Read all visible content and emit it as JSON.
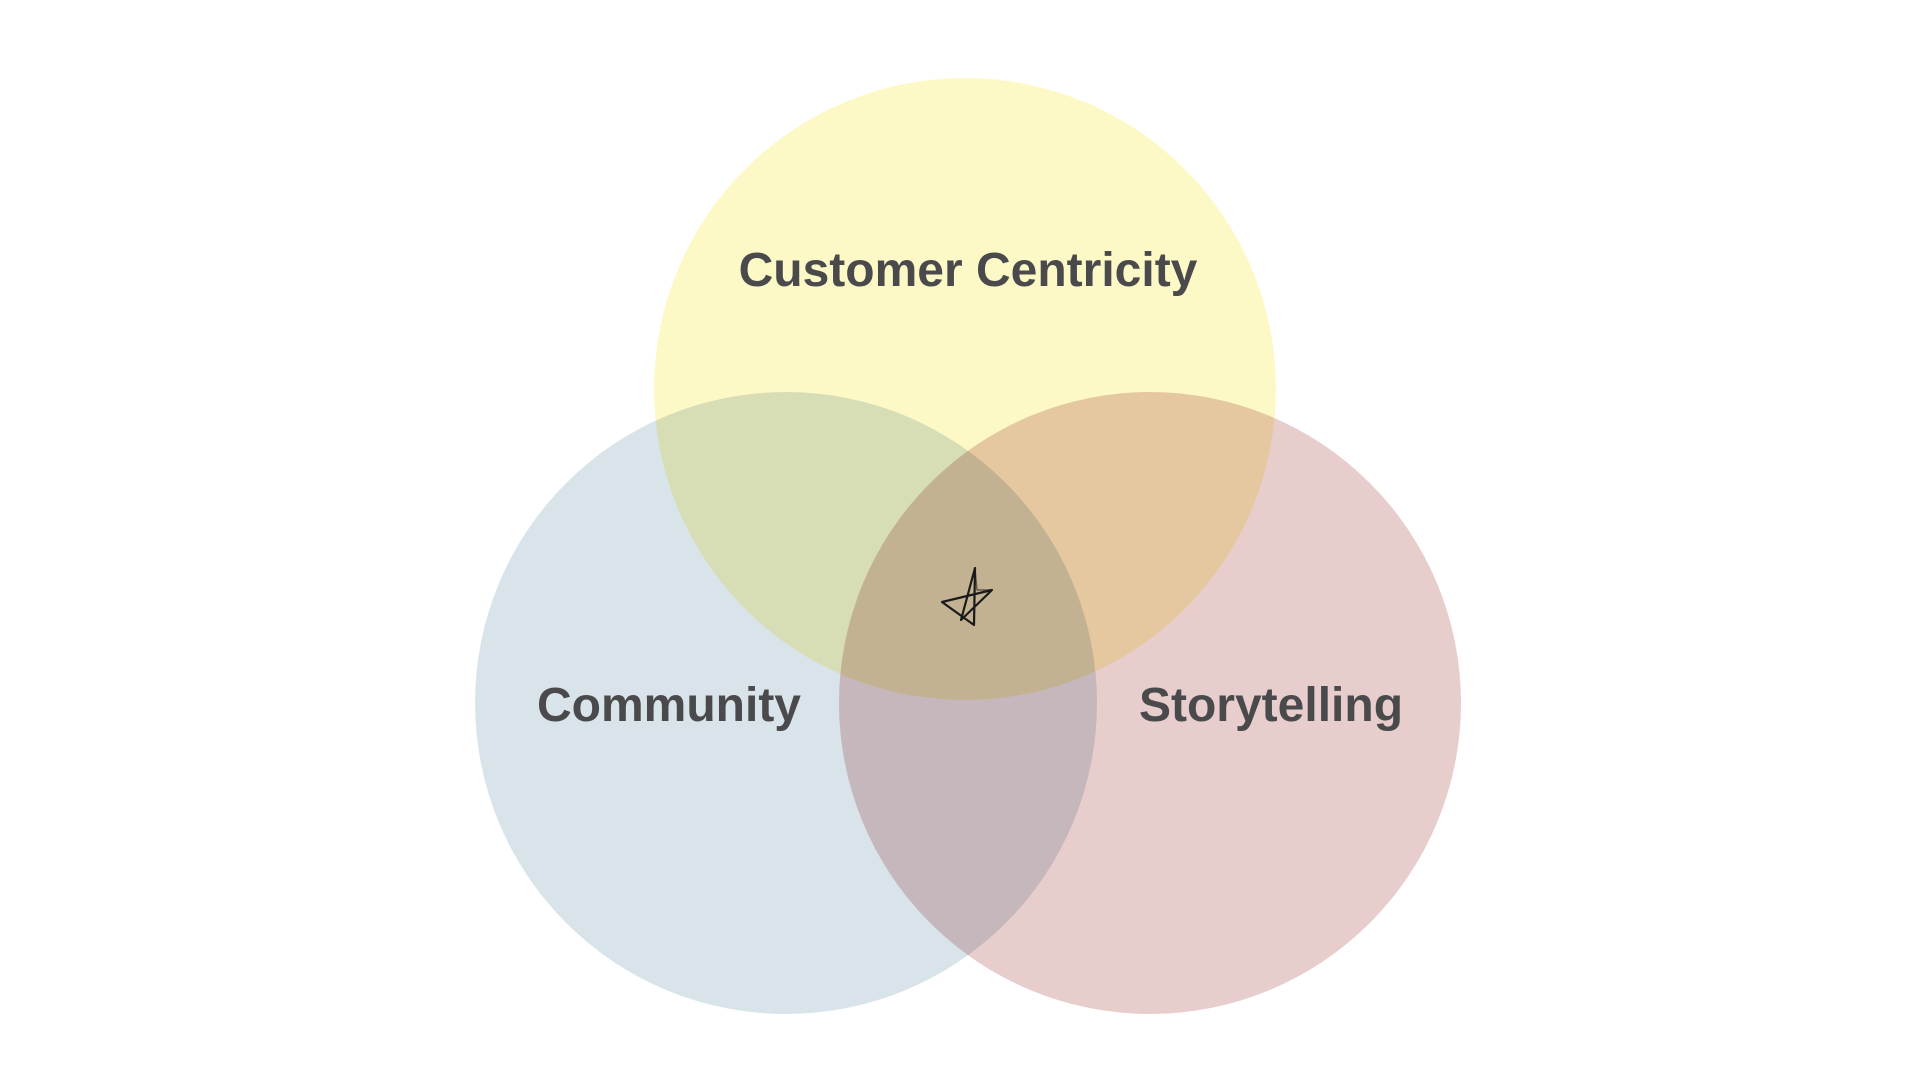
{
  "diagram": {
    "type": "venn",
    "sets": [
      {
        "id": "customer-centricity",
        "label": "Customer Centricity",
        "color": "#fdf9c7"
      },
      {
        "id": "community",
        "label": "Community",
        "color": "#d9e4ea"
      },
      {
        "id": "storytelling",
        "label": "Storytelling",
        "color": "#e8cdcd"
      }
    ],
    "center_mark": {
      "icon": "hand-drawn-star-icon"
    },
    "text_color": "#4a4a4c",
    "background": "#ffffff"
  }
}
